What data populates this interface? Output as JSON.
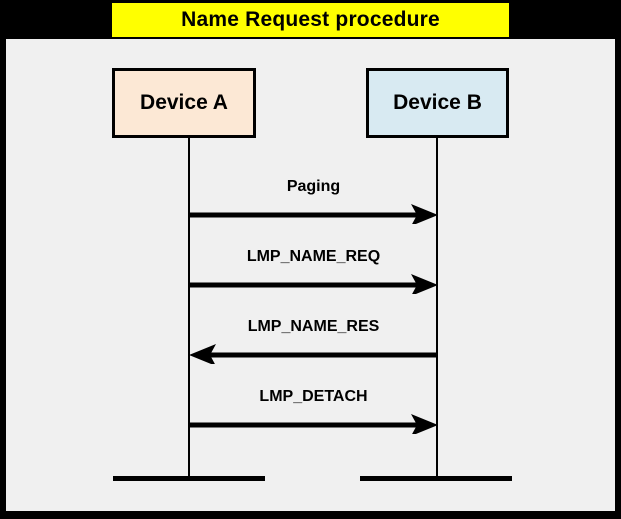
{
  "title": {
    "text": "Name Request procedure",
    "banner_color": "#ffff00",
    "text_color": "#000000"
  },
  "canvas": {
    "background_color": "#f0f0f0",
    "frame_color": "#000000"
  },
  "actors": [
    {
      "id": "device-a",
      "label": "Device A",
      "fill_color": "#fce8d5",
      "border_color": "#000000"
    },
    {
      "id": "device-b",
      "label": "Device B",
      "fill_color": "#d8eaf2",
      "border_color": "#000000"
    }
  ],
  "messages": [
    {
      "id": "message-1",
      "label": "Paging",
      "from": "Device A",
      "to": "Device B",
      "direction": "right"
    },
    {
      "id": "message-2",
      "label": "LMP_NAME_REQ",
      "from": "Device A",
      "to": "Device B",
      "direction": "right"
    },
    {
      "id": "message-3",
      "label": "LMP_NAME_RES",
      "from": "Device B",
      "to": "Device A",
      "direction": "left"
    },
    {
      "id": "message-4",
      "label": "LMP_DETACH",
      "from": "Device A",
      "to": "Device B",
      "direction": "right"
    }
  ]
}
